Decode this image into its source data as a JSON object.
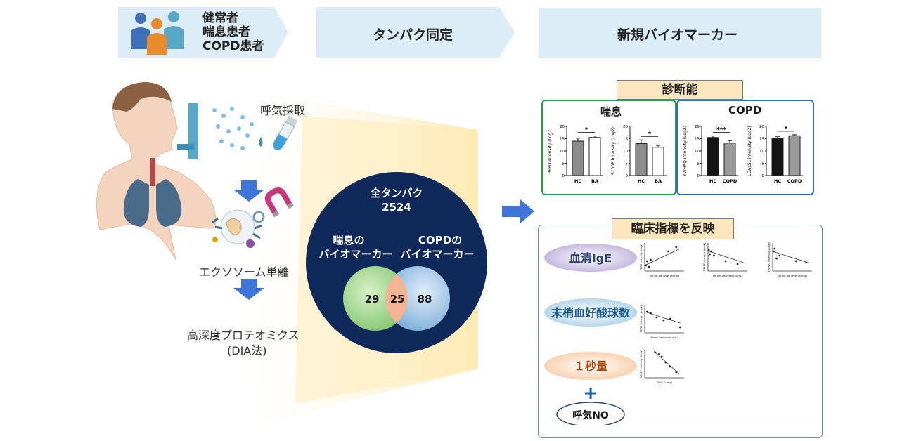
{
  "header": {
    "legend_lines": [
      "健常者",
      "喘息患者",
      "COPD患者"
    ],
    "step2_label": "タンパク同定",
    "step3_label": "新規バイオマーカー"
  },
  "left": {
    "breath_label": "呼気採取",
    "exosome_label": "エクソソーム単離",
    "proteomics_line1": "高深度プロテオミクス",
    "proteomics_line2": "(DIA法)"
  },
  "venn": {
    "total_label": "全タンパク",
    "total_count": "2524",
    "asthma_label_l1": "喘息の",
    "asthma_label_l2": "バイオマーカー",
    "copd_label_l1": "COPDの",
    "copd_label_l2": "バイオマーカー",
    "asthma_only": "29",
    "overlap": "25",
    "copd_only": "88"
  },
  "diagnostic": {
    "title": "診断能",
    "asthma_panel_title": "喘息",
    "copd_panel_title": "COPD",
    "asthma_color": "#1e9e3e",
    "copd_color": "#1f6fb2"
  },
  "chart_data": [
    {
      "type": "bar",
      "ylabel": "PEPD intensity (Log2)",
      "categories": [
        "HC",
        "BA"
      ],
      "values": [
        14.0,
        15.5
      ],
      "errors": [
        1.2,
        0.6
      ],
      "ylim": [
        0,
        20
      ],
      "yticks": [
        "0",
        "5",
        "10",
        "15",
        "20"
      ],
      "significance": "*",
      "colors": [
        "#8c8c8c",
        "#ffffff"
      ]
    },
    {
      "type": "bar",
      "ylabel": "S100P intensity (Log2)",
      "categories": [
        "HC",
        "BA"
      ],
      "values": [
        13.0,
        11.5
      ],
      "errors": [
        1.5,
        0.8
      ],
      "ylim": [
        0,
        20
      ],
      "yticks": [
        "0",
        "5",
        "10",
        "15",
        "20"
      ],
      "significance": "*",
      "colors": [
        "#8c8c8c",
        "#ffffff"
      ]
    },
    {
      "type": "bar",
      "ylabel": "YWHAQ intensity (Log2)",
      "categories": [
        "HC",
        "COPD"
      ],
      "values": [
        15.5,
        13.2
      ],
      "errors": [
        0.6,
        1.0
      ],
      "ylim": [
        0,
        20
      ],
      "yticks": [
        "0",
        "5",
        "10",
        "15",
        "20"
      ],
      "significance": "***",
      "colors": [
        "#141414",
        "#9a9a9a"
      ]
    },
    {
      "type": "bar",
      "ylabel": "LGALSL intensity (Log2)",
      "categories": [
        "HC",
        "COPD"
      ],
      "values": [
        15.0,
        16.2
      ],
      "errors": [
        0.8,
        0.4
      ],
      "ylim": [
        0,
        20
      ],
      "yticks": [
        "0",
        "5",
        "10",
        "15",
        "20"
      ],
      "significance": "*",
      "colors": [
        "#141414",
        "#9a9a9a"
      ]
    }
  ],
  "clinical": {
    "title": "臨床指標を反映",
    "ige_label": "血清IgE",
    "eos_label": "末梢血好酸球数",
    "fev1_label": "１秒量",
    "plus": "+",
    "feno_label": "呼気NO"
  },
  "scatter_data": [
    {
      "type": "scatter",
      "xlabel": "Serum IgE level (IU/mL)",
      "ylabel": "PEPD intensity (Log2)",
      "xlim": [
        0,
        2000
      ],
      "ylim": [
        0,
        1
      ],
      "points": [
        [
          60,
          0.2
        ],
        [
          120,
          0.35
        ],
        [
          200,
          0.15
        ],
        [
          300,
          0.4
        ],
        [
          1200,
          0.7
        ],
        [
          1600,
          0.85
        ]
      ],
      "trend": [
        [
          0,
          0.2
        ],
        [
          1800,
          0.8
        ]
      ]
    },
    {
      "type": "scatter",
      "xlabel": "Serum IgE level (IU/mL)",
      "ylabel": "S100P intensity (Log2)",
      "xlim": [
        0,
        2000
      ],
      "ylim": [
        0,
        1
      ],
      "points": [
        [
          40,
          0.75
        ],
        [
          90,
          0.6
        ],
        [
          150,
          0.7
        ],
        [
          300,
          0.55
        ],
        [
          900,
          0.35
        ],
        [
          1500,
          0.25
        ]
      ],
      "trend": [
        [
          0,
          0.72
        ],
        [
          1800,
          0.3
        ]
      ]
    },
    {
      "type": "scatter",
      "xlabel": "Serum IgE level (IU/mL)",
      "ylabel": "YWHAQ intensity (Log2)",
      "xlim": [
        0,
        2000
      ],
      "ylim": [
        0,
        1
      ],
      "points": [
        [
          50,
          0.7
        ],
        [
          100,
          0.8
        ],
        [
          200,
          0.45
        ],
        [
          350,
          0.55
        ],
        [
          1200,
          0.35
        ],
        [
          1700,
          0.3
        ]
      ],
      "trend": [
        [
          0,
          0.7
        ],
        [
          1800,
          0.3
        ]
      ]
    },
    {
      "type": "scatter",
      "xlabel": "Blood Eosinophil (/uL)",
      "ylabel": "PEPD intensity (Log2)",
      "xlim": [
        0,
        1000
      ],
      "ylim": [
        0,
        1
      ],
      "points": [
        [
          60,
          0.75
        ],
        [
          150,
          0.7
        ],
        [
          300,
          0.55
        ],
        [
          480,
          0.45
        ],
        [
          650,
          0.5
        ],
        [
          900,
          0.2
        ]
      ],
      "trend": [
        [
          0,
          0.75
        ],
        [
          900,
          0.35
        ]
      ]
    },
    {
      "type": "scatter",
      "xlabel": "FEV1.0 (mL)",
      "ylabel": "S100P intensity (Log2)",
      "xlim": [
        0,
        3000
      ],
      "ylim": [
        0,
        1
      ],
      "points": [
        [
          800,
          0.9
        ],
        [
          1100,
          0.85
        ],
        [
          1300,
          0.75
        ],
        [
          1600,
          0.55
        ],
        [
          1900,
          0.4
        ],
        [
          2400,
          0.2
        ]
      ],
      "trend": [
        [
          700,
          0.95
        ],
        [
          2600,
          0.15
        ]
      ]
    }
  ]
}
